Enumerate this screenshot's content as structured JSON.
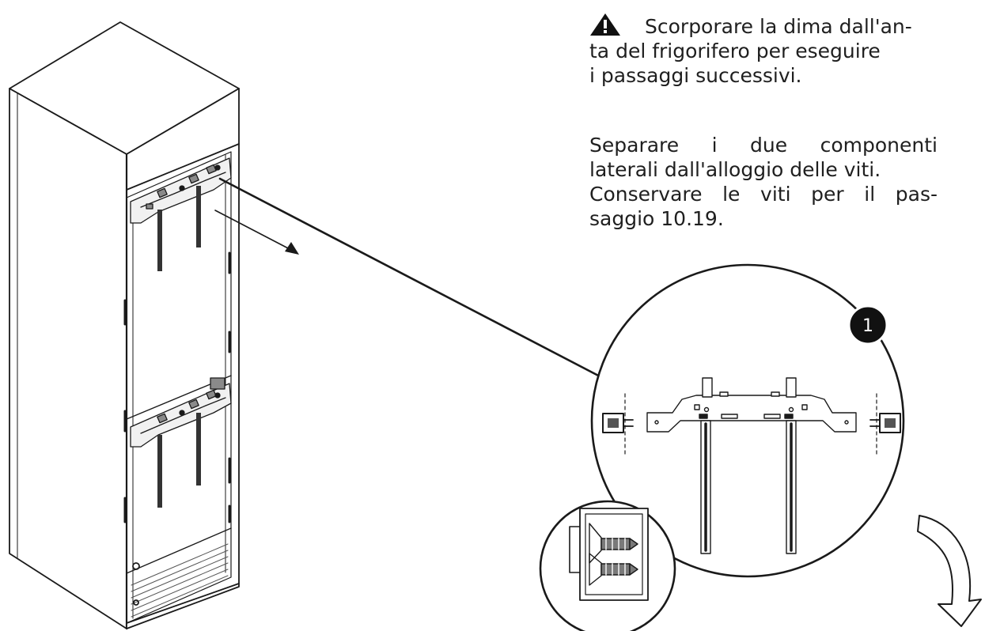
{
  "warning": {
    "icon": "warning-triangle-icon",
    "lines": [
      "Scorporare la dima dall'an-",
      "ta del frigorifero per eseguire",
      "i passaggi successivi."
    ]
  },
  "instructions": {
    "lines": [
      "Separare i due componenti",
      "laterali dall'alloggio delle viti.",
      "Conservare le viti per il pas-",
      "saggio 10.19."
    ]
  },
  "callout": {
    "step_number": "1",
    "icon": "curved-arrow-down-icon"
  },
  "colors": {
    "line": "#1a1a1a",
    "fill": "#ffffff",
    "badge": "#111111",
    "shade": "#8a8a8a"
  }
}
